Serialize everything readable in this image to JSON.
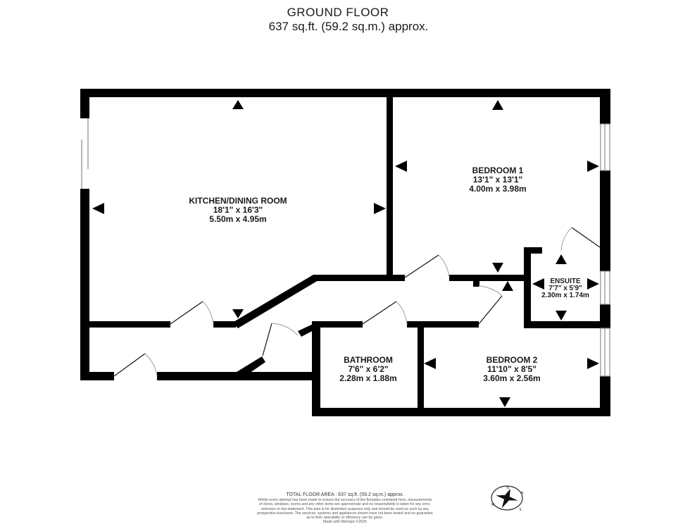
{
  "header": {
    "title": "GROUND FLOOR",
    "area": "637 sq.ft. (59.2 sq.m.) approx."
  },
  "rooms": [
    {
      "name": "KITCHEN/DINING ROOM",
      "imperial": "18'1\"  x 16'3\"",
      "metric": "5.50m  x 4.95m"
    },
    {
      "name": "BEDROOM 1",
      "imperial": "13'1\"  x 13'1\"",
      "metric": "4.00m  x 3.98m"
    },
    {
      "name": "ENSUITE",
      "imperial": "7'7\"  x 5'9\"",
      "metric": "2.30m  x 1.74m"
    },
    {
      "name": "BATHROOM",
      "imperial": "7'6\"  x 6'2\"",
      "metric": "2.28m  x 1.88m"
    },
    {
      "name": "BEDROOM 2",
      "imperial": "11'10\"  x 8'5\"",
      "metric": "3.60m  x 2.56m"
    }
  ],
  "footer": {
    "total_area": "TOTAL FLOOR AREA : 637 sq.ft. (59.2 sq.m.) approx.",
    "disclaimer_lines": [
      "Whilst every attempt has been made to ensure the accuracy of the floorplan contained here, measurements",
      "of doors, windows, rooms and any other items are approximate and no responsibility is taken for any error,",
      "omission or mis-statement. This plan is for illustrative purposes only and should be used as such by any",
      "prospective purchaser. The services, systems and appliances shown have not been tested and no guarantee",
      "as to their operability or efficiency can be given.",
      "Made with Metropix ©2025"
    ]
  },
  "compass": {
    "icon": "compass-rose-icon",
    "labels": [
      "N",
      "E",
      "S",
      "W"
    ]
  },
  "colors": {
    "wall": "#000000",
    "window": "#9a9a9a",
    "background": "#ffffff",
    "text": "#1a1a1a"
  }
}
